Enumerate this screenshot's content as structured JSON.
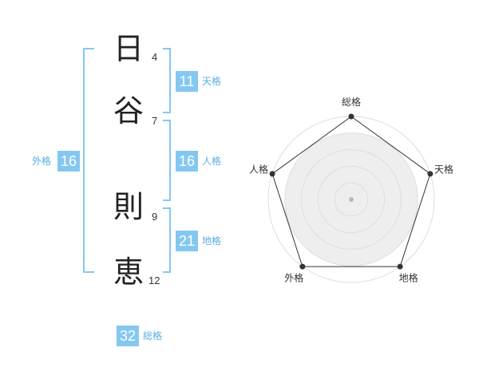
{
  "name": {
    "characters": [
      {
        "char": "日",
        "strokes": "4"
      },
      {
        "char": "谷",
        "strokes": "7"
      },
      {
        "char": "則",
        "strokes": "9"
      },
      {
        "char": "恵",
        "strokes": "12"
      }
    ]
  },
  "fortune": {
    "tenkaku": {
      "value": "11",
      "label": "天格"
    },
    "jinkaku": {
      "value": "16",
      "label": "人格"
    },
    "chikaku": {
      "value": "21",
      "label": "地格"
    },
    "gaikaku": {
      "value": "16",
      "label": "外格"
    },
    "soukaku": {
      "value": "32",
      "label": "総格"
    }
  },
  "colors": {
    "accent": "#84c8f2",
    "accent_text": "#5aaee3",
    "radar_fill": "#eeeeee",
    "radar_ring": "#dddddd",
    "radar_line": "#333333"
  },
  "chart_data": {
    "type": "radar",
    "axes": [
      "総格",
      "天格",
      "地格",
      "外格",
      "人格"
    ],
    "rmax": 5,
    "rings": 5,
    "values": [
      5,
      5,
      5,
      5,
      5
    ]
  }
}
